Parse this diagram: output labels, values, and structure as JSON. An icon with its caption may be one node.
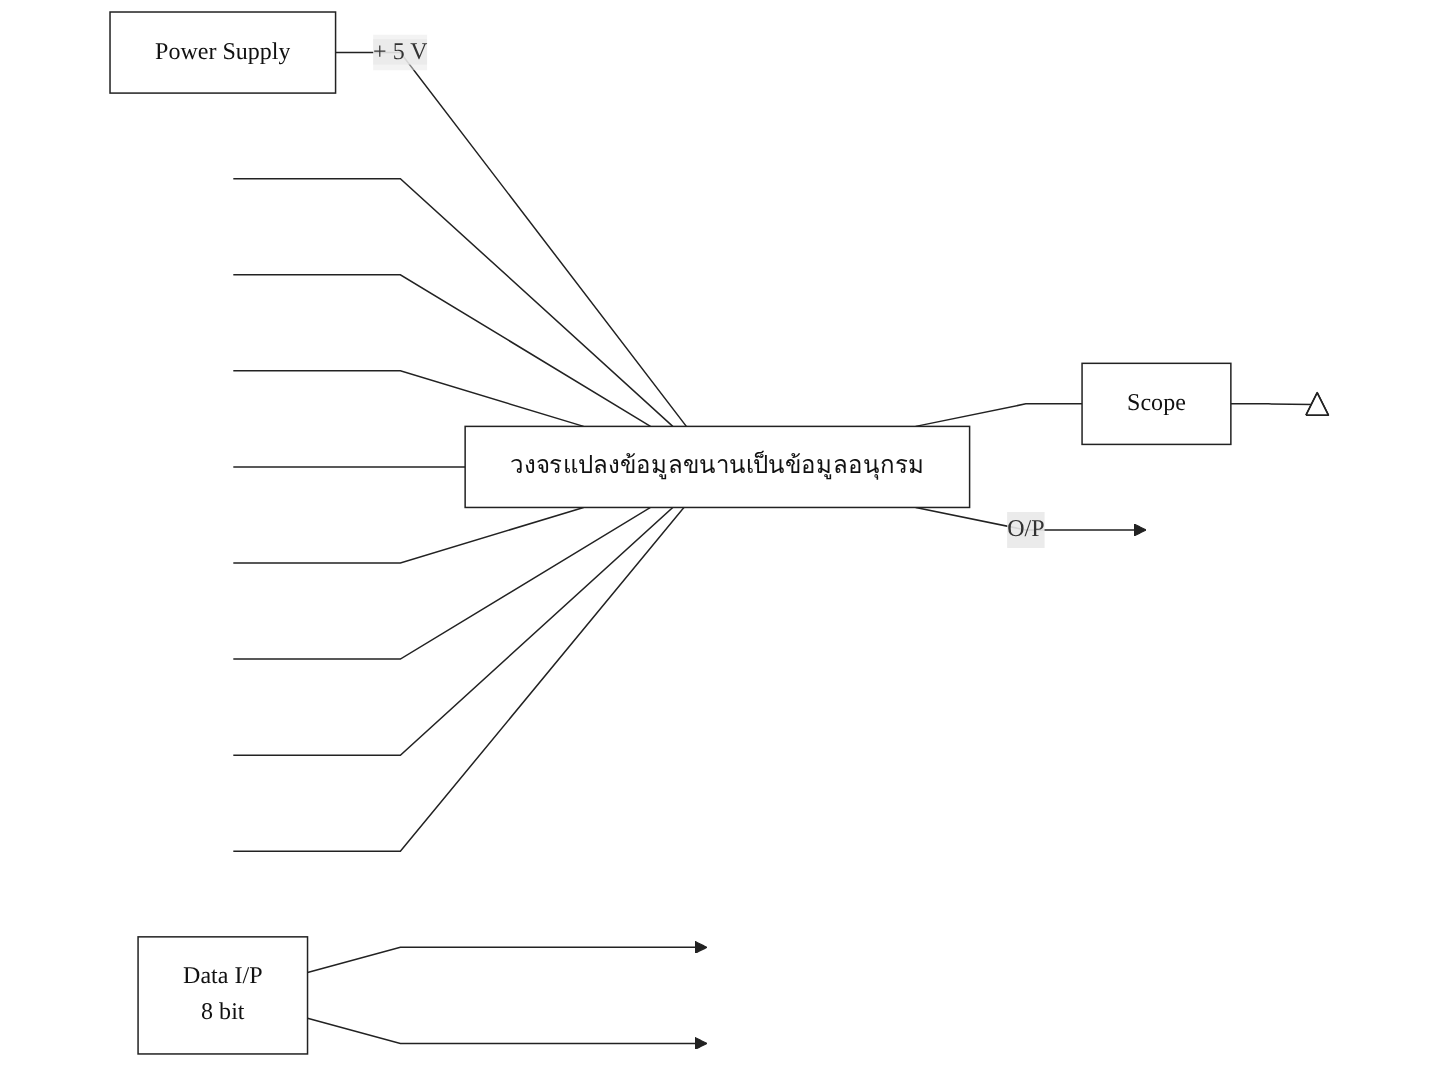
{
  "diagram": {
    "nodes": [
      {
        "text": [
          "Power Supply"
        ]
      },
      {
        "text": [
          "วงจรแปลงข้อมูลขนานเป็นข้อมูลอนุกรม"
        ]
      },
      {
        "text": [
          "Scope"
        ]
      },
      {
        "text": [
          "Data I/P",
          "8 bit"
        ]
      },
      {
        "text": [],
        "shape": "ground"
      }
    ],
    "edges": [
      {
        "from": 0,
        "to": 1,
        "arrow": "none",
        "label": "+ 5 V"
      },
      {
        "from": 3,
        "to": null,
        "arrow": "to"
      },
      {
        "from": 3,
        "to": null,
        "arrow": "to"
      },
      {
        "from": null,
        "to": 1,
        "arrow": "none"
      },
      {
        "from": null,
        "to": 1,
        "arrow": "none"
      },
      {
        "from": null,
        "to": 1,
        "arrow": "none"
      },
      {
        "from": null,
        "to": 1,
        "arrow": "none"
      },
      {
        "from": null,
        "to": 1,
        "arrow": "none"
      },
      {
        "from": null,
        "to": 1,
        "arrow": "none"
      },
      {
        "from": null,
        "to": 1,
        "arrow": "none"
      },
      {
        "from": null,
        "to": 1,
        "arrow": "none"
      },
      {
        "from": 1,
        "to": null,
        "arrow": "to",
        "label": "O/P"
      },
      {
        "from": 1,
        "to": 2,
        "arrow": "none"
      },
      {
        "from": 2,
        "to": 4,
        "arrow": "none"
      }
    ]
  }
}
